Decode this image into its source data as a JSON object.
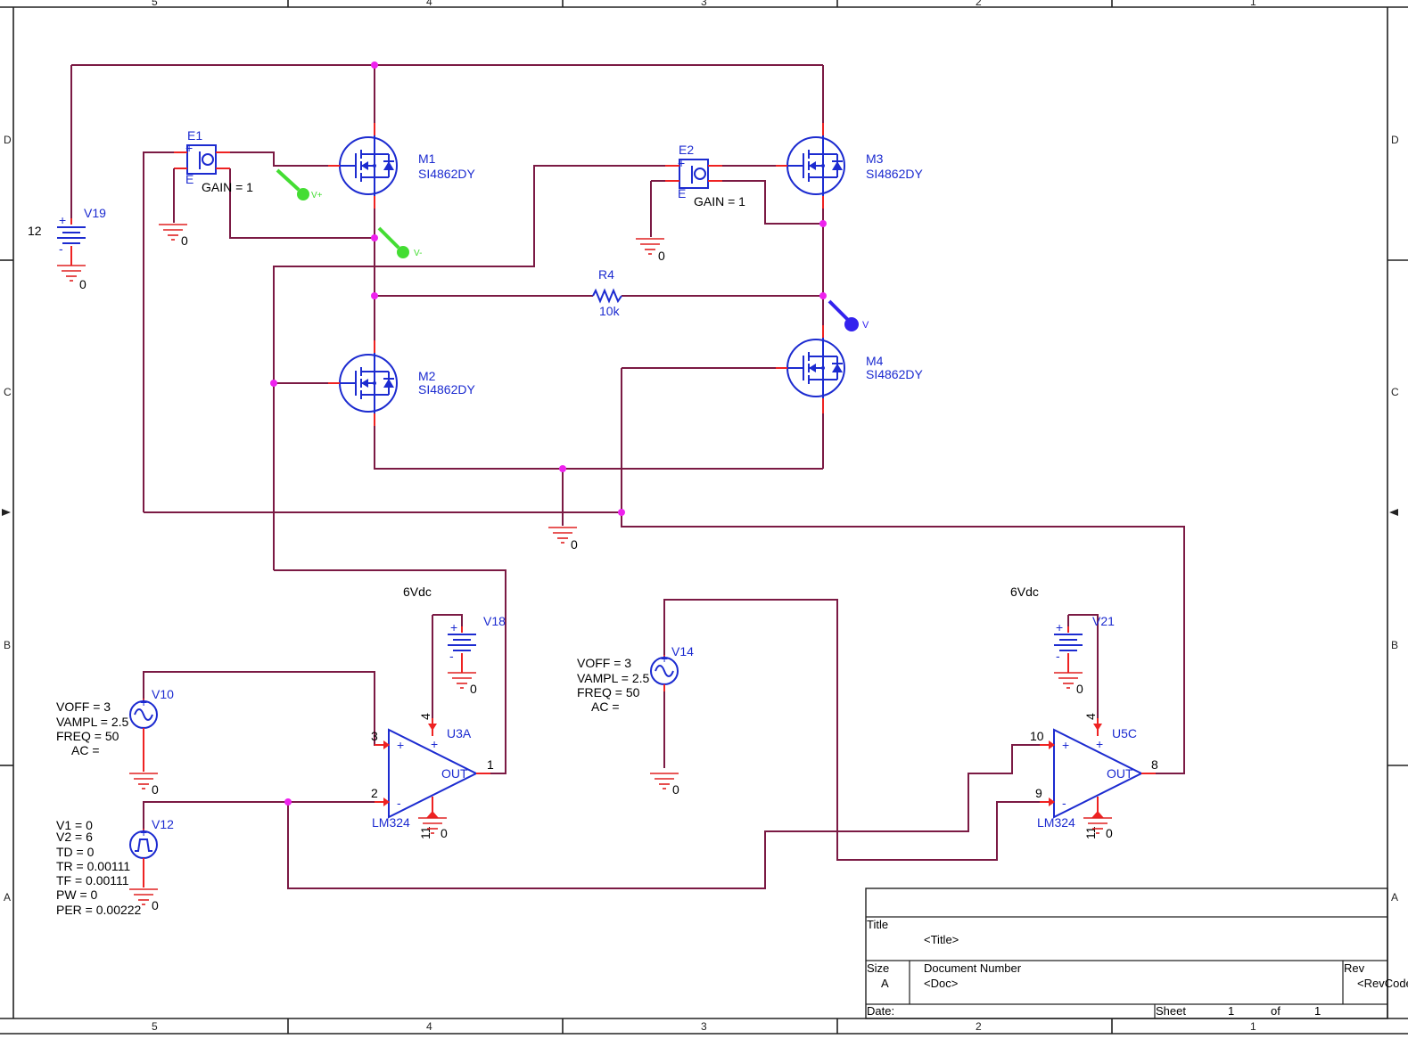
{
  "frame": {
    "col_labels_top": [
      "5",
      "4",
      "3",
      "2",
      "1"
    ],
    "col_labels_bottom": [
      "5",
      "4",
      "3",
      "2",
      "1"
    ],
    "row_labels": [
      "D",
      "C",
      "B",
      "A"
    ]
  },
  "colors": {
    "wire": "#7b1a44",
    "component": "#1c2bd0",
    "pin": "#ee2222",
    "junction": "#ee22ee",
    "probe_voltage": "#44dd33",
    "probe_diff": "#3322ee"
  },
  "components": {
    "V19": {
      "ref": "V19",
      "value": "12",
      "gnd": "0"
    },
    "E1": {
      "ref": "E1",
      "pin_plus": "+",
      "pin_e": "E",
      "param": "GAIN = 1",
      "gnd": "0"
    },
    "E2": {
      "ref": "E2",
      "pin_plus": "+",
      "pin_e": "E",
      "param": "GAIN = 1",
      "gnd": "0"
    },
    "M1": {
      "ref": "M1",
      "model": "SI4862DY"
    },
    "M2": {
      "ref": "M2",
      "model": "SI4862DY"
    },
    "M3": {
      "ref": "M3",
      "model": "SI4862DY"
    },
    "M4": {
      "ref": "M4",
      "model": "SI4862DY"
    },
    "R4": {
      "ref": "R4",
      "value": "10k"
    },
    "bridge_gnd": "0",
    "V18": {
      "ref": "V18",
      "label": "6Vdc",
      "gnd": "0"
    },
    "V21": {
      "ref": "V21",
      "label": "6Vdc",
      "gnd": "0"
    },
    "V10": {
      "ref": "V10",
      "params": [
        "VOFF = 3",
        "VAMPL = 2.5",
        "FREQ = 50",
        "AC ="
      ],
      "gnd": "0"
    },
    "V14": {
      "ref": "V14",
      "params": [
        "VOFF = 3",
        "VAMPL = 2.5",
        "FREQ = 50",
        "AC ="
      ],
      "gnd": "0"
    },
    "V12": {
      "ref": "V12",
      "params": [
        "V1 = 0",
        "V2 = 6",
        "TD = 0",
        "TR = 0.00111",
        "TF = 0.00111",
        "PW = 0",
        "PER = 0.00222"
      ],
      "gnd": "0"
    },
    "U3A": {
      "ref": "U3A",
      "part": "LM324",
      "out": "OUT",
      "pin_plus": "3",
      "pin_minus": "2",
      "pin_out": "1",
      "pin_vcc": "4",
      "pin_vee": "11",
      "gnd": "0",
      "sign_plus": "+",
      "sign_minus": "-"
    },
    "U5C": {
      "ref": "U5C",
      "part": "LM324",
      "out": "OUT",
      "pin_plus": "10",
      "pin_minus": "9",
      "pin_out": "8",
      "pin_vcc": "4",
      "pin_vee": "11",
      "gnd": "0",
      "sign_plus": "+",
      "sign_minus": "-"
    }
  },
  "probes": {
    "vplus": "V+",
    "vminus": "V-",
    "vdiff": "V"
  },
  "title_block": {
    "title_label": "Title",
    "title_value": "<Title>",
    "size_label": "Size",
    "size_value": "A",
    "docnum_label": "Document Number",
    "docnum_value": "<Doc>",
    "rev_label": "Rev",
    "rev_value": "<RevCode>",
    "date_label": "Date:",
    "sheet_label": "Sheet",
    "sheet_num": "1",
    "of_label": "of",
    "sheet_total": "1"
  }
}
